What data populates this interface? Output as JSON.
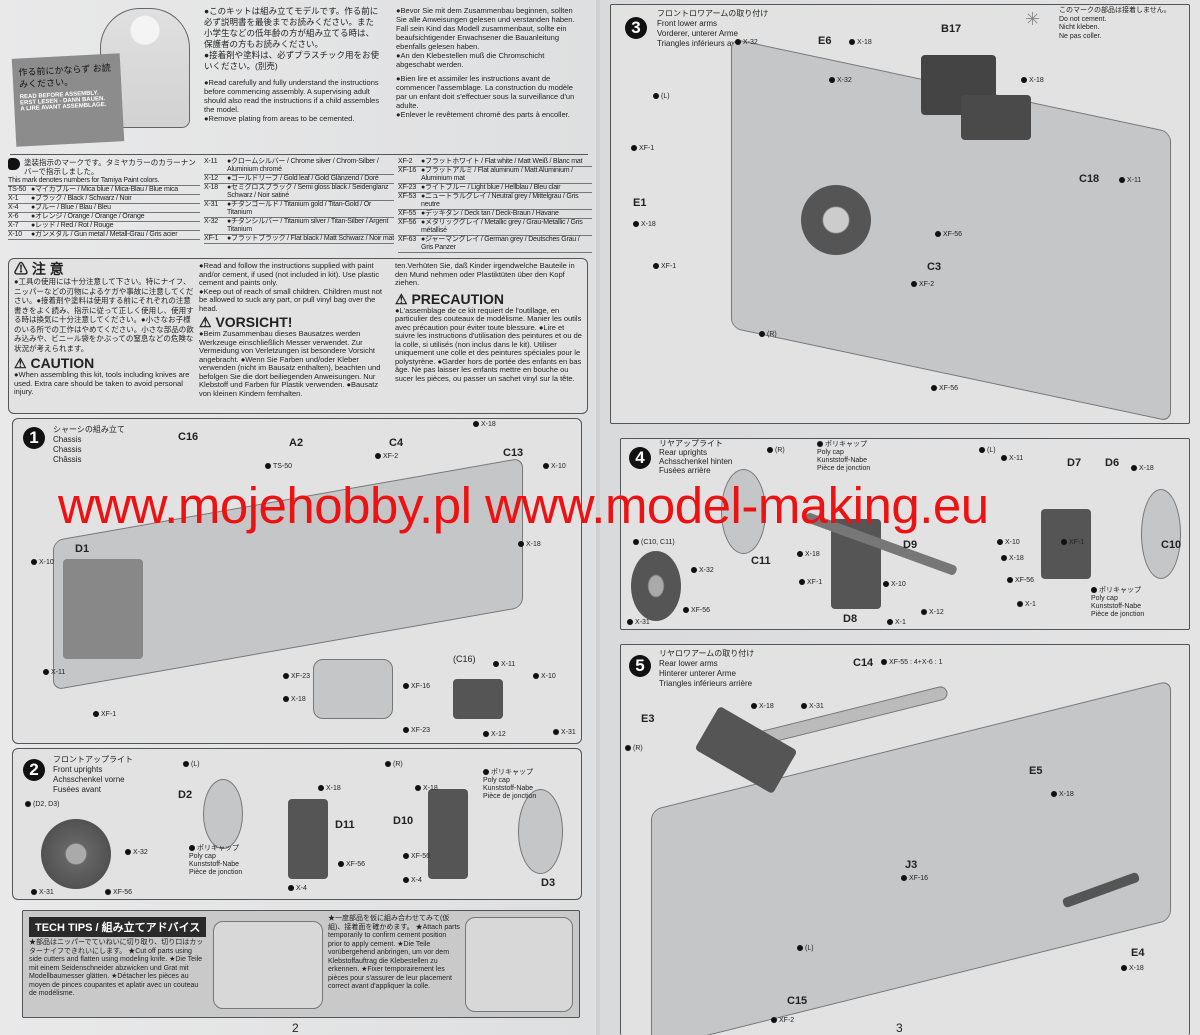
{
  "watermark": "www.mojehobby.pl www.model-making.eu",
  "intro": {
    "sign_jp": "作る前にかならず お読みください。",
    "sign_en": "READ BEFORE ASSEMBLY.",
    "sign_de": "ERST LESEN - DANN BAUEN.",
    "sign_fr": "A LIRE AVANT ASSEMBLAGE.",
    "jp1": "●このキットは組み立てモデルです。作る前に必ず説明書を最後までお読みください。また小学生などの低年齢の方が組み立てる時は、保護者の方もお読みください。",
    "jp2": "●接着剤や塗料は、必ずプラスチック用をお使いください。(別売)",
    "en1": "●Read carefully and fully understand the instructions before commencing assembly. A supervising adult should also read the instructions if a child assembles the model.",
    "en2": "●Remove plating from areas to be cemented.",
    "de1": "●Bevor Sie mit dem Zusammenbau beginnen, sollten Sie alle Anweisungen gelesen und verstanden haben. Fall sein Kind das Modell zusammenbaut, sollte ein beaufsichtigender Erwachsener die Bauanleitung ebenfalls gelesen haben.",
    "de2": "●An den Klebestellen muß die Chromschicht abgeschabt werden.",
    "fr1": "●Bien lire et assimiler les instructions avant de commencer l'assemblage. La construction du modèle par un enfant doit s'effectuer sous la surveillance d'un adulte.",
    "fr2": "●Enlever le revêtement chromé des parts à encoller."
  },
  "paint": {
    "jp": "塗装指示のマークです。タミヤカラーのカラーナンバーで指示しました。",
    "en": "This mark denotes numbers for Tamiya Paint colors.",
    "col1": [
      {
        "code": "TS-50",
        "name": "●マイカブルー / Mica blue / Mica-Blau / Blue mica"
      },
      {
        "code": "X-1",
        "name": "●ブラック / Black / Schwarz / Noir"
      },
      {
        "code": "X-4",
        "name": "●ブルー / Blue / Blau / Bleu"
      },
      {
        "code": "X-6",
        "name": "●オレンジ / Orange / Orange / Orange"
      },
      {
        "code": "X-7",
        "name": "●レッド / Red / Rot / Rouge"
      },
      {
        "code": "X-10",
        "name": "●ガンメタル / Gun metal / Metall-Grau / Gris acier"
      }
    ],
    "col2": [
      {
        "code": "X-11",
        "name": "●クロームシルバー / Chrome silver / Chrom-Silber / Aluminium chromé"
      },
      {
        "code": "X-12",
        "name": "●ゴールドリーフ / Gold leaf / Gold Glänzend / Doré"
      },
      {
        "code": "X-18",
        "name": "●セミグロスブラック / Semi gloss black / Seidenglanz Schwarz / Noir satiné"
      },
      {
        "code": "X-31",
        "name": "●チタンゴールド / Titanium gold / Titan-Gold / Or Titanium"
      },
      {
        "code": "X-32",
        "name": "●チタンシルバー / Titanium silver / Titan-Silber / Argent Titanium"
      },
      {
        "code": "XF-1",
        "name": "●フラットブラック / Flat black / Matt Schwarz / Noir mat"
      }
    ],
    "col3": [
      {
        "code": "XF-2",
        "name": "●フラットホワイト / Flat white / Matt Weiß / Blanc mat"
      },
      {
        "code": "XF-16",
        "name": "●フラットアルミ / Flat aluminum / Matt Aluminium / Aluminium mat"
      },
      {
        "code": "XF-23",
        "name": "●ライトブルー / Light blue / Hellblau / Bleu clair"
      },
      {
        "code": "XF-53",
        "name": "●ニュートラルグレイ / Neutral grey / Mittelgrau / Gris neutre"
      },
      {
        "code": "XF-55",
        "name": "●デッキタン / Deck tan / Deck-Braun / Havane"
      },
      {
        "code": "XF-56",
        "name": "●メタリックグレイ / Metallic grey / Grau-Metallic / Gris métallisé"
      },
      {
        "code": "XF-63",
        "name": "●ジャーマングレイ / German grey / Deutsches Grau / Gris Panzer"
      }
    ]
  },
  "caution": {
    "jp_title": "注 意",
    "jp": "●工具の使用には十分注意して下さい。特にナイフ、ニッパーなどの刃物によるケガや事故に注意してください。●接着剤や塗料は使用する前にそれぞれの注意書きをよく読み、指示に従って正しく使用し、使用する時は換気に十分注意してください。●小さなお子様のいる所での工作はやめてください。小さな部品の飲み込みや、ビニール袋をかぶっての窒息などの危険な状況が考えられます。",
    "en_title": "CAUTION",
    "en1": "●When assembling this kit, tools including knives are used. Extra care should be taken to avoid personal injury.",
    "en2": "●Read and follow the instructions supplied with paint and/or cement, if used (not included in kit). Use plastic cement and paints only.",
    "en3": "●Keep out of reach of small children. Children must not be allowed to suck any part, or pull vinyl bag over the head.",
    "de_title": "VORSICHT!",
    "de": "●Beim Zusammenbau dieses Bausatzes werden Werkzeuge einschließlich Messer verwendet. Zur Vermeidung von Verletzungen ist besondere Vorsicht angebracht. ●Wenn Sie Farben und/oder Kleber verwenden (nicht im Bausatz enthalten), beachten und befolgen Sie die dort beiliegenden Anweisungen. Nur Klebstoff und Farben für Plastik verwenden. ●Bausatz von kleinen Kindern fernhalten.",
    "de_cont": "ten.Verhüten Sie, daß Kinder irgendwelche Bauteile in den Mund nehmen oder Plastiktüten über den Kopf ziehen.",
    "fr_title": "PRECAUTION",
    "fr": "●L'assemblage de ce kit requiert de l'outillage, en particulier des couteaux de modélisme. Manier les outils avec précaution pour éviter toute blessure. ●Lire et suivre les instructions d'utilisation des peintures et ou de la colle, si utilisés (non inclus dans le kit). Utiliser uniquement une colle et des peintures spéciales pour le polystyrène. ●Garder hors de portée des enfants en bas âge. Ne pas laisser les enfants mettre en bouche ou sucer les pièces, ou passer un sachet vinyl sur la tête."
  },
  "steps": [
    {
      "num": "1",
      "title": [
        "シャーシの組み立て",
        "Chassis",
        "Chassis",
        "Châssis"
      ],
      "labels": [
        "C16",
        "A2",
        "C4",
        "C13",
        "D1",
        "(C16)"
      ],
      "paints": [
        "TS-50",
        "X-10",
        "XF-2",
        "X-18",
        "X-10",
        "X-18",
        "X-11",
        "XF-1",
        "XF-23",
        "XF-16",
        "X-18",
        "XF-23",
        "X-11",
        "X-10",
        "X-12",
        "X-31"
      ]
    },
    {
      "num": "2",
      "title": [
        "フロントアップライト",
        "Front uprights",
        "Achsschenkel vorne",
        "Fusées avant"
      ],
      "labels": [
        "D2",
        "D11",
        "D10",
        "D3",
        "(L)",
        "(R)",
        "(D2, D3)"
      ],
      "polycap": [
        "ポリキャップ",
        "Poly cap",
        "Kunststoff-Nabe",
        "Pièce de jonction"
      ],
      "paints": [
        "X-18",
        "XF-56",
        "X-4",
        "X-18",
        "XF-56",
        "X-4",
        "X-32",
        "X-31",
        "XF-56"
      ]
    },
    {
      "num": "3",
      "title": [
        "フロントロワアームの取り付け",
        "Front lower arms",
        "Vorderer, unterer Arme",
        "Triangles inférieurs avant"
      ],
      "labels": [
        "E6",
        "B17",
        "E1",
        "C18",
        "C3",
        "(L)",
        "(R)"
      ],
      "nocement": [
        "このマークの部品は接着しません。",
        "Do not cement.",
        "Nicht kleben.",
        "Ne pas coller."
      ],
      "paints": [
        "X-32",
        "X-18",
        "X-32",
        "X-18",
        "XF-1",
        "X-18",
        "XF-1",
        "XF-56",
        "X-11",
        "XF-2",
        "XF-56"
      ]
    },
    {
      "num": "4",
      "title": [
        "リヤアップライト",
        "Rear uprights",
        "Achsschenkel hinten",
        "Fusées arrière"
      ],
      "labels": [
        "D9",
        "D7",
        "D6",
        "C10",
        "C11",
        "D8",
        "(R)",
        "(L)",
        "(C10, C11)"
      ],
      "paints": [
        "X-11",
        "X-18",
        "XF-1",
        "X-10",
        "X-18",
        "XF-1",
        "X-10",
        "X-12",
        "X-32",
        "X-31",
        "XF-56",
        "X-1",
        "X-18",
        "XF-56",
        "X-1"
      ]
    },
    {
      "num": "5",
      "title": [
        "リヤロワアームの取り付け",
        "Rear lower arms",
        "Hinterer unterer Arme",
        "Triangles inférieurs arrière"
      ],
      "labels": [
        "C14",
        "E3",
        "E5",
        "J3",
        "C15",
        "E4",
        "(R)",
        "(L)"
      ],
      "mix": "XF-55 : 4+X-6 : 1",
      "paints": [
        "X-18",
        "X-31",
        "X-18",
        "XF-16",
        "XF-2",
        "X-18"
      ]
    }
  ],
  "techtips": {
    "title": "TECH TIPS / 組み立てアドバイス",
    "a": "★部品はニッパーでていねいに切り取り、切り口はカッターナイフできれいにします。 ★Cut off parts using side cutters and flatten using modeling knife. ★Die Teile mit einem Seidenschneider abzwicken und Grat mit Modellbaumesser glätten. ★Détacher les pièces au moyen de pinces coupantes et aplatir avec un couteau de modélisme.",
    "b": "★一度部品を仮に組み合わせてみて(仮組)、接着面を確かめます。 ★Attach parts temporarily to confirm cement position prior to apply cement. ★Die Teile vorübergehend anbringen, um vor dem Klebstoffauftrag die Klebestellen zu erkennen. ★Fixer temporairement les pièces pour s'assurer de leur placement correct avant d'appliquer la colle."
  },
  "page_numbers": [
    "2",
    "3"
  ]
}
